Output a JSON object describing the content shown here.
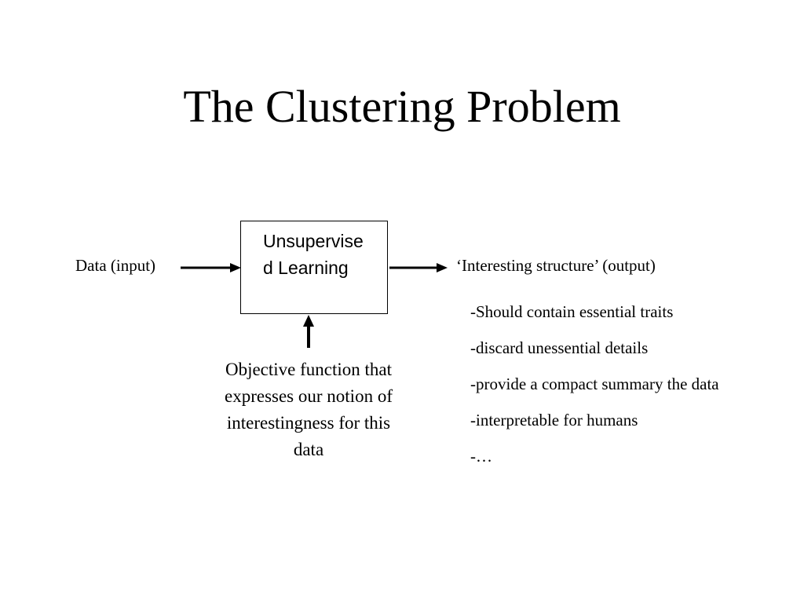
{
  "slide": {
    "title": "The Clustering Problem"
  },
  "diagram": {
    "input_label": "Data (input)",
    "box_label": "Unsupervised Learning",
    "output_label": "‘Interesting structure’ (output)",
    "objective_label": "Objective function that expresses our notion of interestingness for this data",
    "output_traits": [
      "-Should contain essential traits",
      "-discard unessential details",
      "-provide a compact summary the data",
      "-interpretable for humans",
      "-…"
    ]
  }
}
